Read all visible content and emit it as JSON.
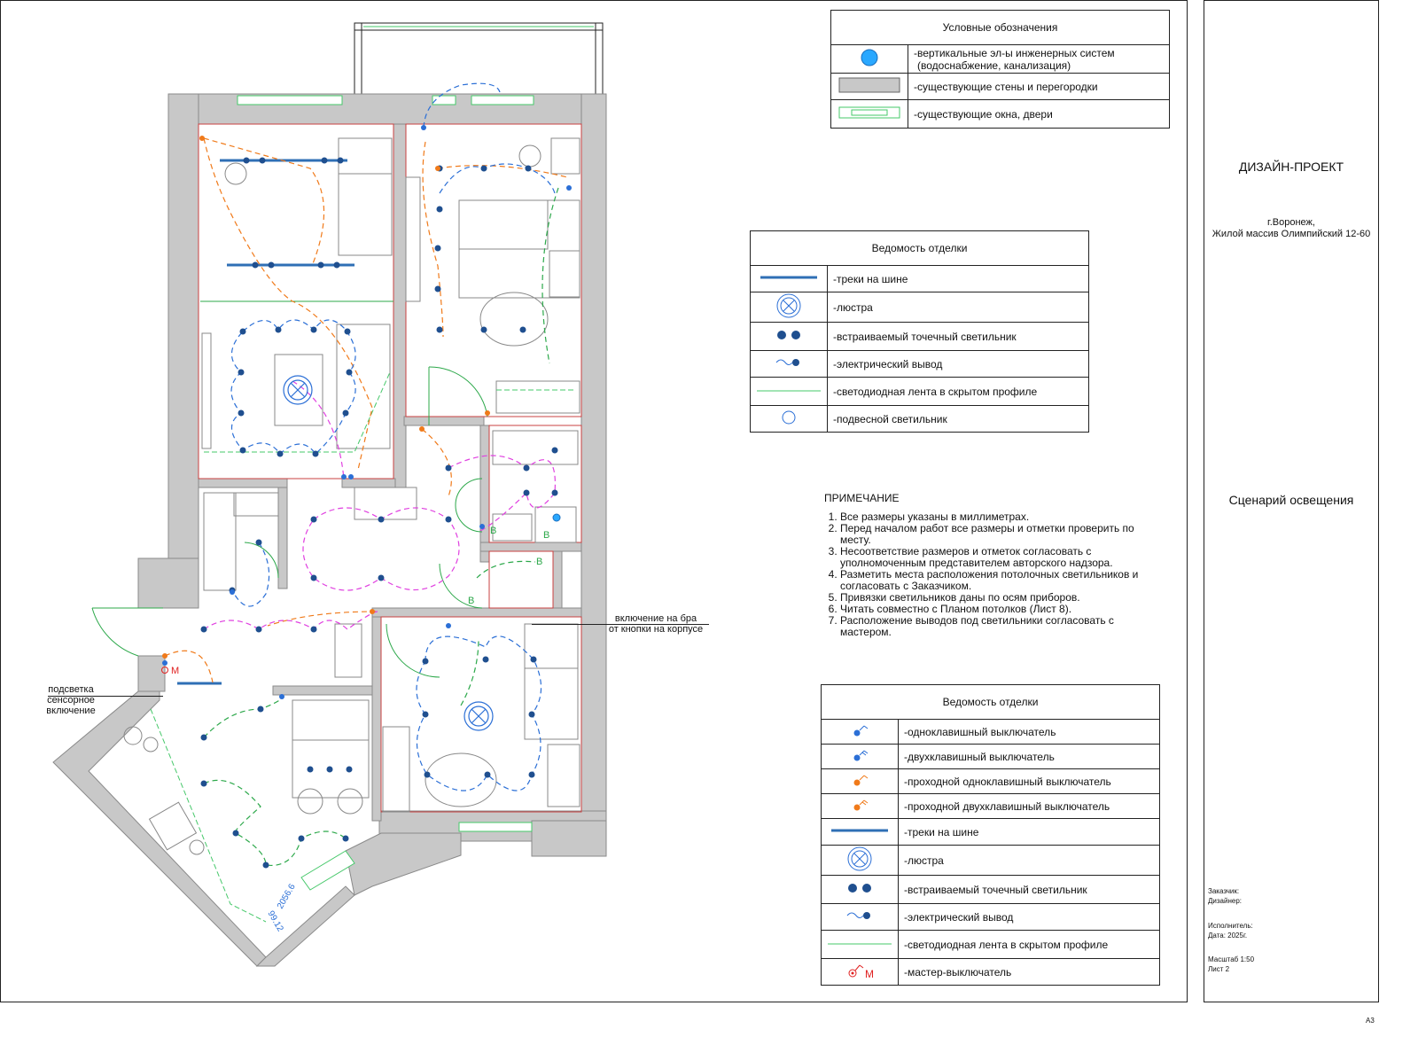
{
  "legend1": {
    "title": "Условные обозначения",
    "rows": [
      {
        "icon": "riser-circle-icon",
        "text1": "-вертикальные эл-ы инженерных систем",
        "text2": "(водоснабжение, канализация)"
      },
      {
        "icon": "wall-swatch-icon",
        "text1": "-существующие стены и перегородки"
      },
      {
        "icon": "window-door-icon",
        "text1": "-существующие окна, двери"
      }
    ]
  },
  "legend2": {
    "title": "Ведомость отделки",
    "rows": [
      {
        "icon": "track-rail-icon",
        "text": "-треки на шине"
      },
      {
        "icon": "chandelier-icon",
        "text": "-люстра"
      },
      {
        "icon": "recessed-spot-icon",
        "text": "-встраиваемый точечный светильник"
      },
      {
        "icon": "electric-outlet-icon",
        "text": "-электрический вывод"
      },
      {
        "icon": "led-strip-icon",
        "text": "-светодиодная лента в скрытом профиле"
      },
      {
        "icon": "pendant-lamp-icon",
        "text": "-подвесной светильник"
      }
    ]
  },
  "legend3": {
    "title": "Ведомость отделки",
    "rows": [
      {
        "icon": "single-switch-icon",
        "text": "-одноклавишный выключатель"
      },
      {
        "icon": "double-switch-icon",
        "text": "-двухклавишный выключатель"
      },
      {
        "icon": "pass-single-switch-icon",
        "text": "-проходной одноклавишный выключатель"
      },
      {
        "icon": "pass-double-switch-icon",
        "text": "-проходной двухклавишный выключатель"
      },
      {
        "icon": "track-rail-icon",
        "text": "-треки на шине"
      },
      {
        "icon": "chandelier-icon",
        "text": "-люстра"
      },
      {
        "icon": "recessed-spot-icon",
        "text": "-встраиваемый точечный светильник"
      },
      {
        "icon": "electric-outlet-icon",
        "text": "-электрический вывод"
      },
      {
        "icon": "led-strip-icon",
        "text": "-светодиодная лента в скрытом профиле"
      },
      {
        "icon": "master-switch-icon",
        "text": "-мастер-выключатель",
        "symbol_letter": "М"
      }
    ]
  },
  "notes": {
    "title": "ПРИМЕЧАНИЕ",
    "items": [
      "Все размеры указаны в миллиметрах.",
      "Перед началом работ все размеры и отметки проверить по месту.",
      "Несоответствие размеров и отметок согласовать с уполномоченным представителем авторского надзора.",
      "Разметить места расположения потолочных светильников и согласовать с Заказчиком.",
      "Привязки светильников даны по осям приборов.",
      "Читать совместно с Планом потолков (Лист 8).",
      "Расположение выводов под светильники согласовать с мастером."
    ]
  },
  "title_block": {
    "project": "ДИЗАЙН-ПРОЕКТ",
    "city": "г.Воронеж,",
    "address": "Жилой массив Олимпийский 12-60",
    "sheet_title": "Сценарий освещения",
    "customer": "Заказчик:",
    "designer": "Дизайнер:",
    "executor": "Исполнитель:",
    "date": "Дата: 2025г.",
    "scale": "Масштаб 1:50",
    "sheet": "Лист 2",
    "format": "А3"
  },
  "plan_labels": {
    "sconce_line1": "включение на бра",
    "sconce_line2": "от кнопки на корпусе",
    "backlight_line1": "подсветка",
    "backlight_line2": "сенсорное",
    "backlight_line3": "включение",
    "dim1": "2056.6",
    "dim2": "99.12",
    "mark_b": "В",
    "mark_m": "М"
  },
  "colors": {
    "wall": "#c8c8c8",
    "wall_stroke": "#8a8a8a",
    "track": "#2f6fb5",
    "spot": "#1f4f8f",
    "blue_route": "#2b6fd6",
    "orange_route": "#f07a1a",
    "magenta_route": "#e040e0",
    "green_route": "#2ca84a",
    "led": "#46c86a",
    "riser": "#2aa8ff",
    "master": "#e02020"
  }
}
